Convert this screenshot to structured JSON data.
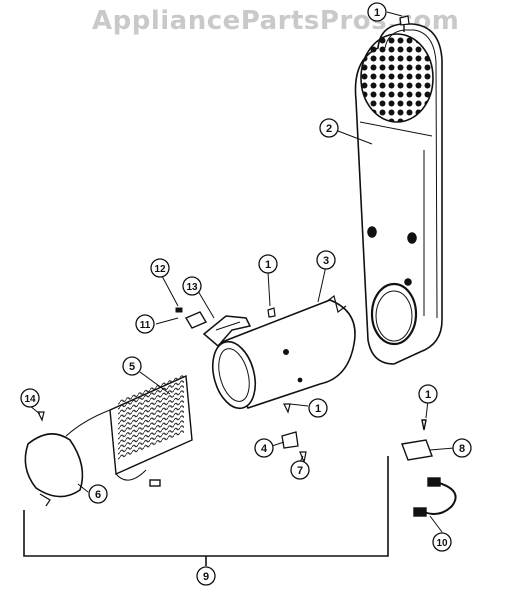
{
  "watermark": "AppliancePartsPros.com",
  "callouts": [
    {
      "id": "c1-top",
      "label": "1"
    },
    {
      "id": "c2",
      "label": "2"
    },
    {
      "id": "c3",
      "label": "3"
    },
    {
      "id": "c1-screw",
      "label": "1"
    },
    {
      "id": "c12",
      "label": "12"
    },
    {
      "id": "c13",
      "label": "13"
    },
    {
      "id": "c11",
      "label": "11"
    },
    {
      "id": "c5",
      "label": "5"
    },
    {
      "id": "c14",
      "label": "14"
    },
    {
      "id": "c1-mid",
      "label": "1"
    },
    {
      "id": "c4",
      "label": "4"
    },
    {
      "id": "c7",
      "label": "7"
    },
    {
      "id": "c6",
      "label": "6"
    },
    {
      "id": "c1-right",
      "label": "1"
    },
    {
      "id": "c8",
      "label": "8"
    },
    {
      "id": "c10",
      "label": "10"
    },
    {
      "id": "c9",
      "label": "9"
    }
  ]
}
